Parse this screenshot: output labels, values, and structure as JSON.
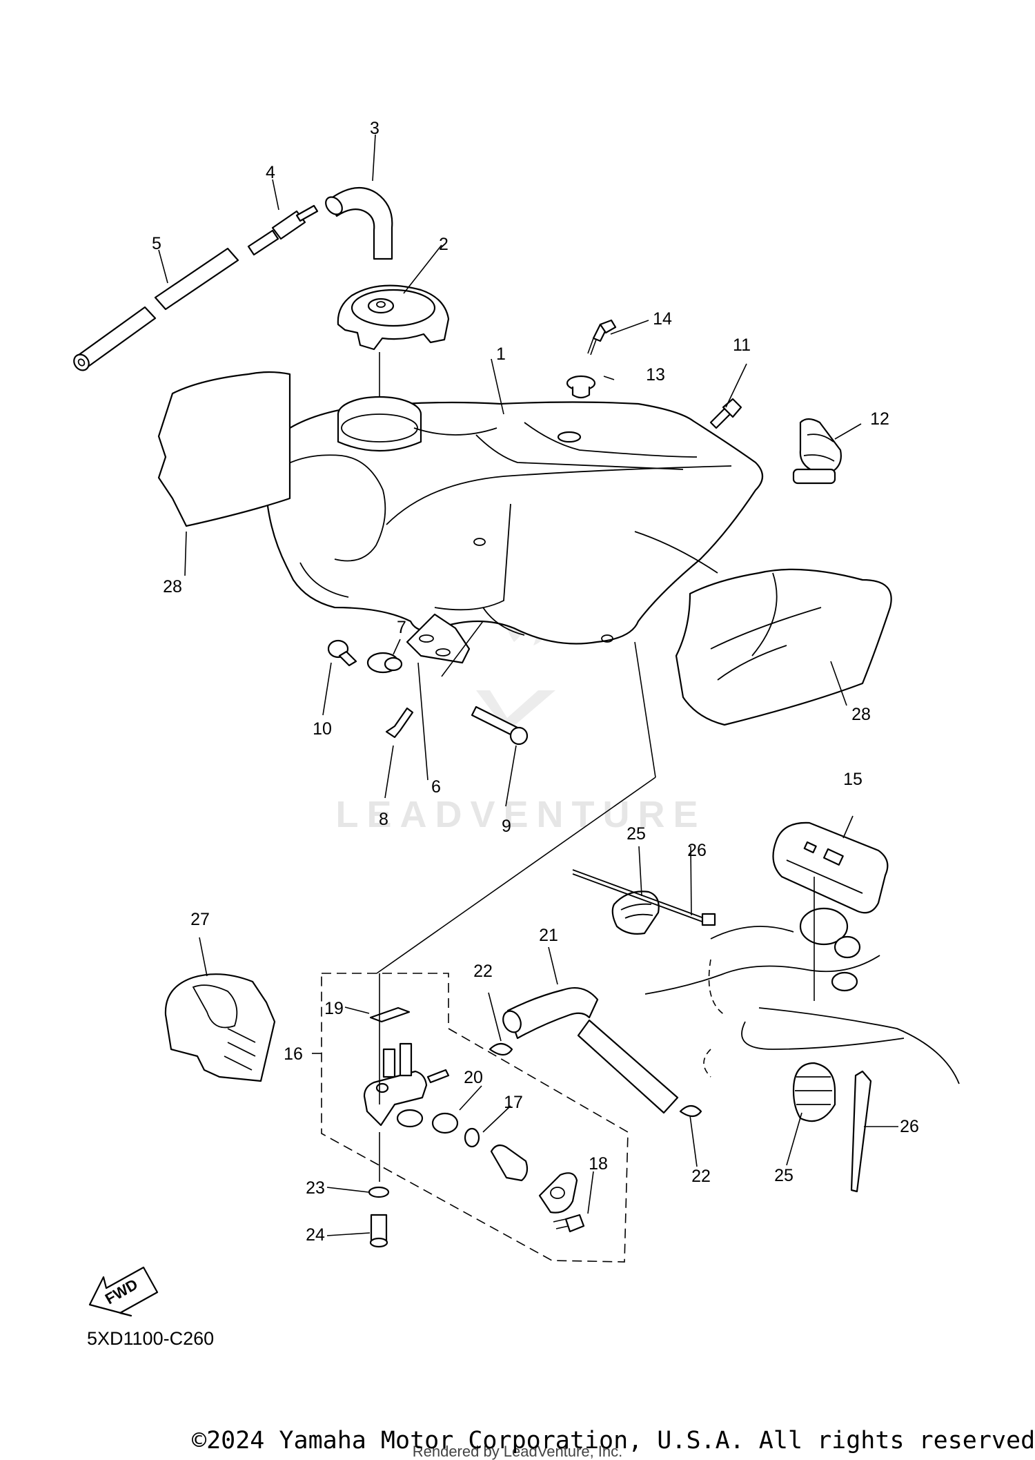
{
  "diagram": {
    "code": "5XD1100-C260",
    "copyright": "©2024 Yamaha Motor Corporation, U.S.A. All rights reserved.",
    "rendered_by": "Rendered by LeadVenture, Inc.",
    "watermark": "LEADVENTURE",
    "fwd_label": "FWD"
  },
  "callouts": [
    {
      "id": "c1",
      "text": "1"
    },
    {
      "id": "c2",
      "text": "2"
    },
    {
      "id": "c3",
      "text": "3"
    },
    {
      "id": "c4",
      "text": "4"
    },
    {
      "id": "c5",
      "text": "5"
    },
    {
      "id": "c6",
      "text": "6"
    },
    {
      "id": "c7",
      "text": "7"
    },
    {
      "id": "c8",
      "text": "8"
    },
    {
      "id": "c9",
      "text": "9"
    },
    {
      "id": "c10",
      "text": "10"
    },
    {
      "id": "c11",
      "text": "11"
    },
    {
      "id": "c12",
      "text": "12"
    },
    {
      "id": "c13",
      "text": "13"
    },
    {
      "id": "c14",
      "text": "14"
    },
    {
      "id": "c15",
      "text": "15"
    },
    {
      "id": "c16",
      "text": "16"
    },
    {
      "id": "c17",
      "text": "17"
    },
    {
      "id": "c18",
      "text": "18"
    },
    {
      "id": "c19",
      "text": "19"
    },
    {
      "id": "c20",
      "text": "20"
    },
    {
      "id": "c21",
      "text": "21"
    },
    {
      "id": "c22a",
      "text": "22"
    },
    {
      "id": "c22b",
      "text": "22"
    },
    {
      "id": "c23",
      "text": "23"
    },
    {
      "id": "c24",
      "text": "24"
    },
    {
      "id": "c25a",
      "text": "25"
    },
    {
      "id": "c25b",
      "text": "25"
    },
    {
      "id": "c26a",
      "text": "26"
    },
    {
      "id": "c26b",
      "text": "26"
    },
    {
      "id": "c27",
      "text": "27"
    },
    {
      "id": "c28a",
      "text": "28"
    },
    {
      "id": "c28b",
      "text": "28"
    }
  ]
}
